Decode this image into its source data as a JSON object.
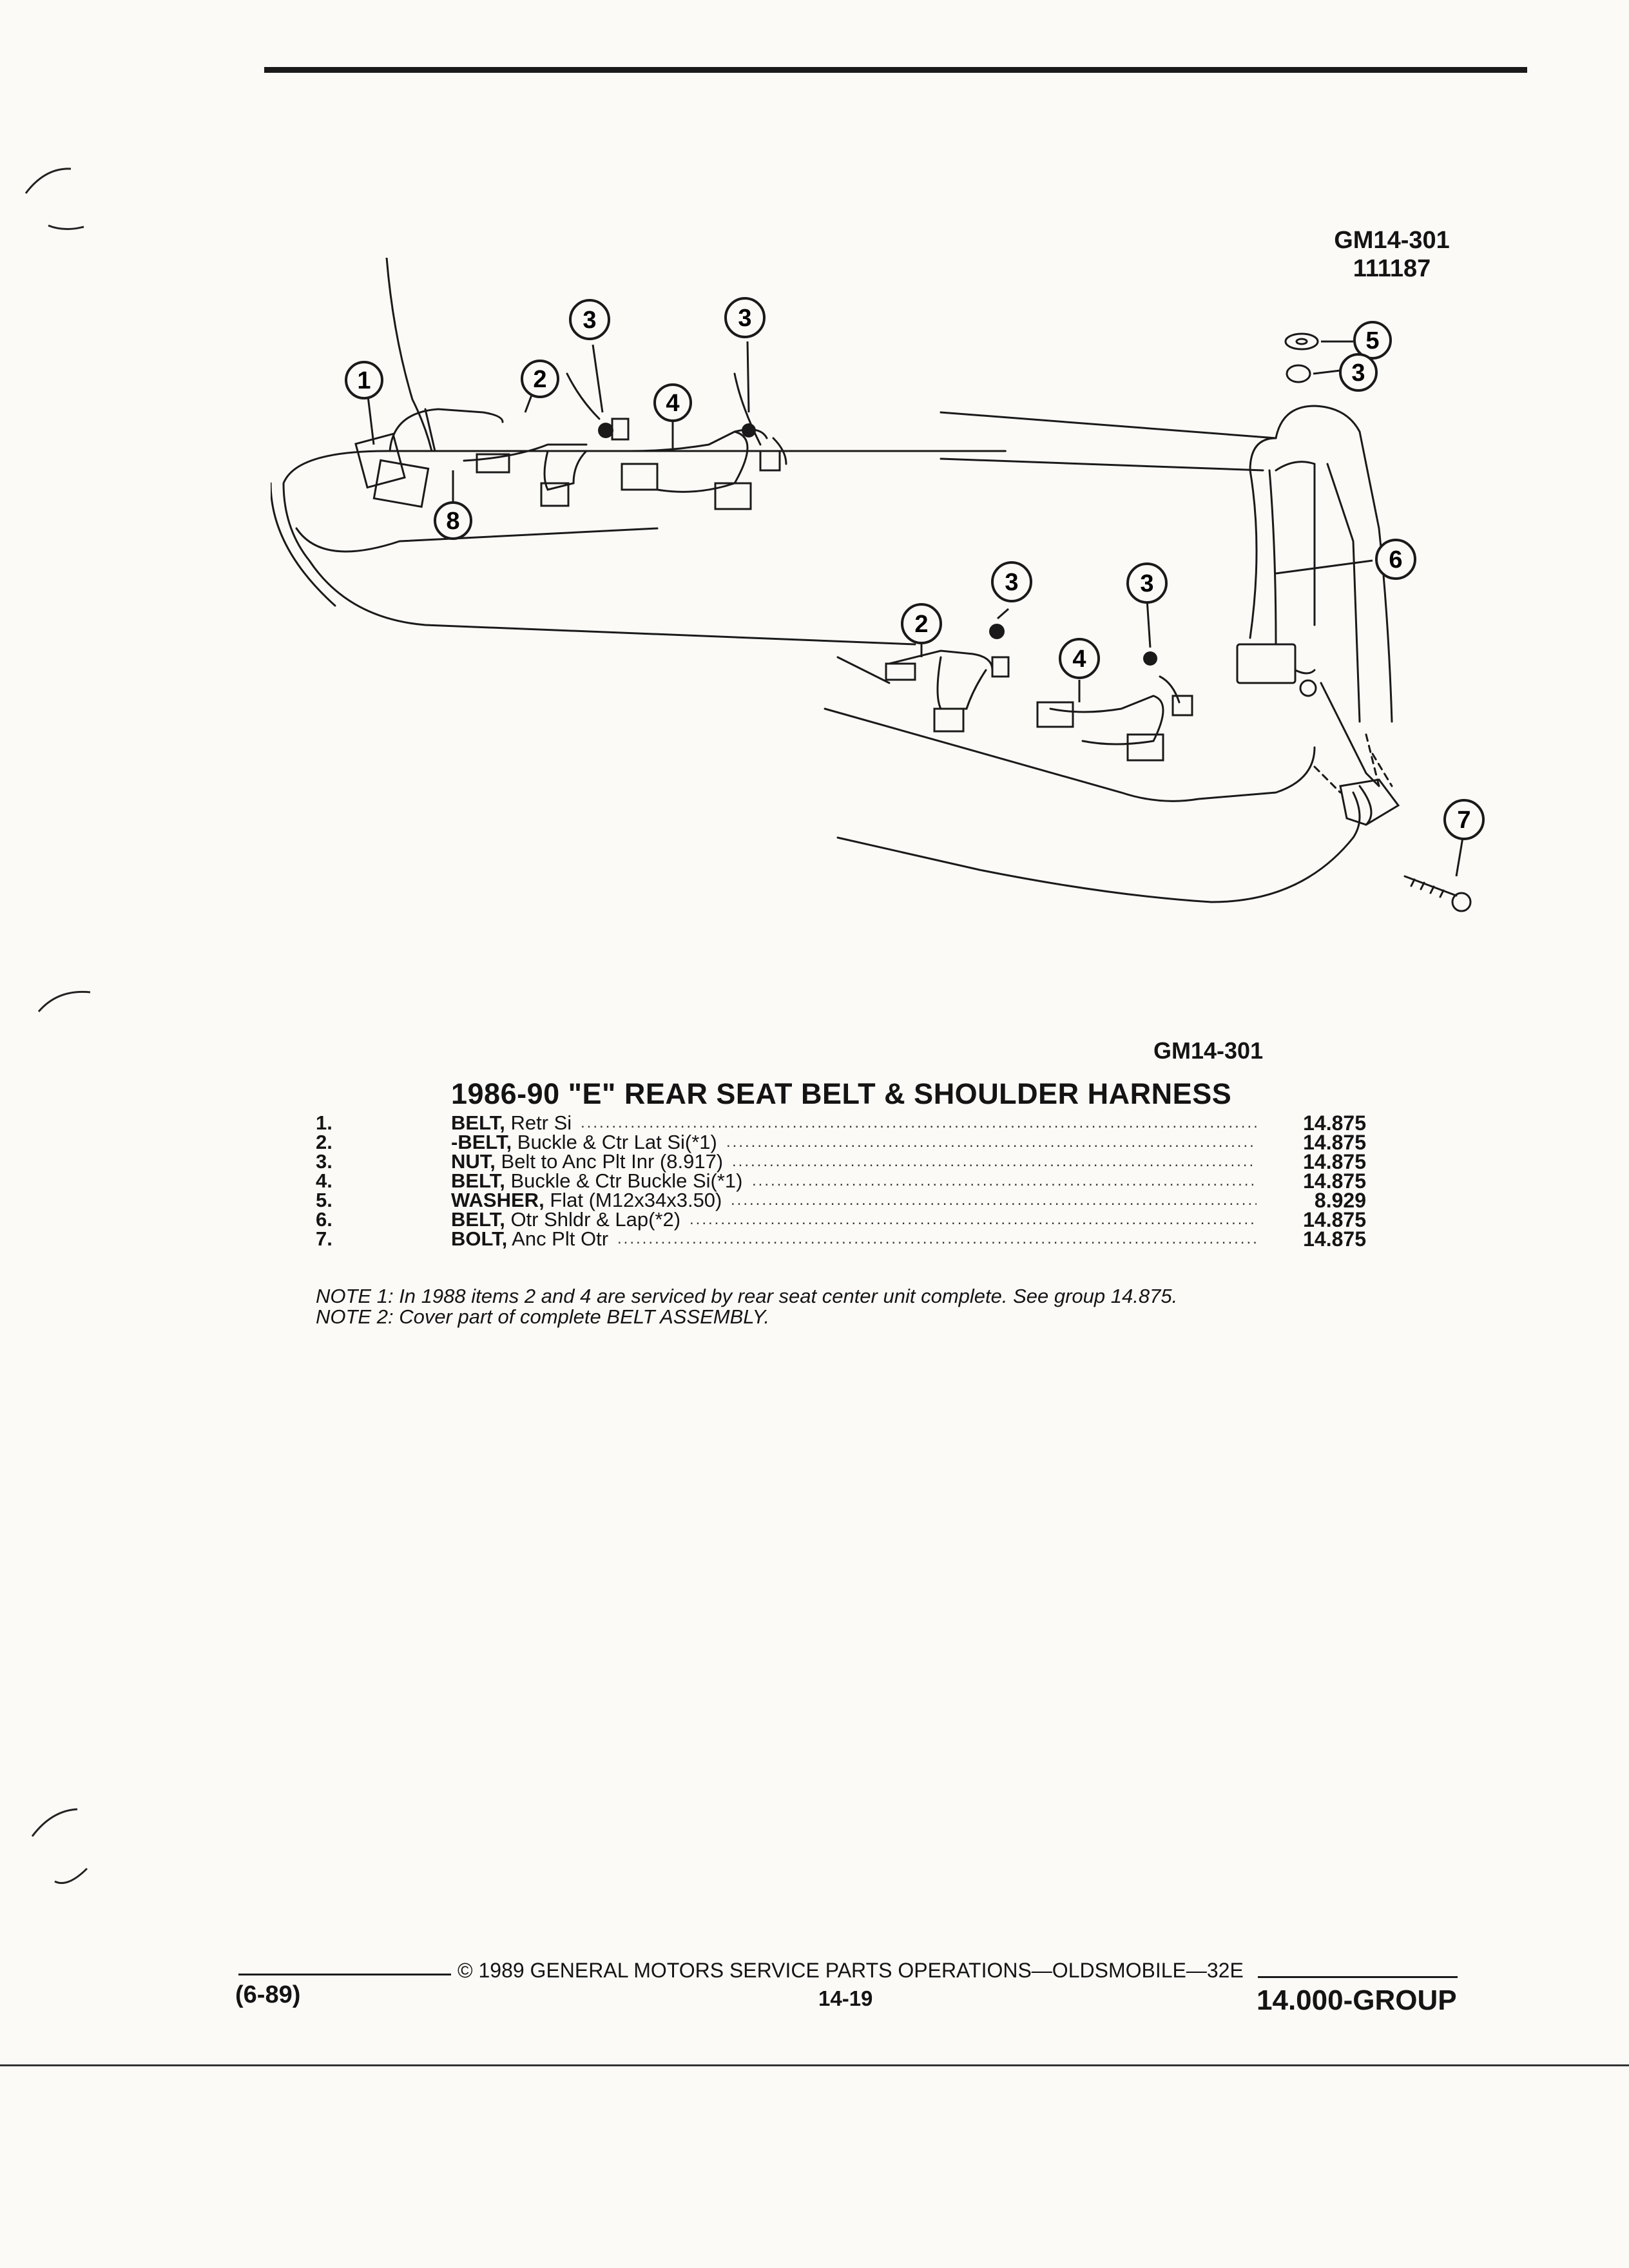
{
  "header": {
    "code_1": "GM14-301",
    "code_2": "111187"
  },
  "figure": {
    "code": "GM14-301",
    "callouts": [
      "1",
      "2",
      "3",
      "3",
      "4",
      "8",
      "5",
      "3",
      "6",
      "2",
      "3",
      "3",
      "4",
      "7"
    ]
  },
  "title": "1986-90 \"E\" REAR SEAT BELT & SHOULDER HARNESS",
  "parts": [
    {
      "num": "1.",
      "name": "BELT,",
      "desc": "Retr Si",
      "group": "14.875"
    },
    {
      "num": "2.",
      "name": "-BELT,",
      "desc": "Buckle & Ctr Lat Si(*1)",
      "group": "14.875"
    },
    {
      "num": "3.",
      "name": "NUT,",
      "desc": "Belt to Anc Plt Inr (8.917)",
      "group": "14.875"
    },
    {
      "num": "4.",
      "name": "BELT,",
      "desc": "Buckle & Ctr Buckle Si(*1)",
      "group": "14.875"
    },
    {
      "num": "5.",
      "name": "WASHER,",
      "desc": "Flat (M12x34x3.50)",
      "group": "8.929"
    },
    {
      "num": "6.",
      "name": "BELT,",
      "desc": "Otr Shldr & Lap(*2)",
      "group": "14.875"
    },
    {
      "num": "7.",
      "name": "BOLT,",
      "desc": "Anc Plt Otr",
      "group": "14.875"
    }
  ],
  "notes": [
    "NOTE 1: In 1988 items 2 and 4 are serviced by rear seat center unit complete. See group 14.875.",
    "NOTE 2: Cover part of complete BELT ASSEMBLY."
  ],
  "footer": {
    "date_code": "(6-89)",
    "copyright": "© 1989 GENERAL MOTORS SERVICE PARTS OPERATIONS—OLDSMOBILE—32E",
    "page": "14-19",
    "group": "14.000-GROUP"
  }
}
